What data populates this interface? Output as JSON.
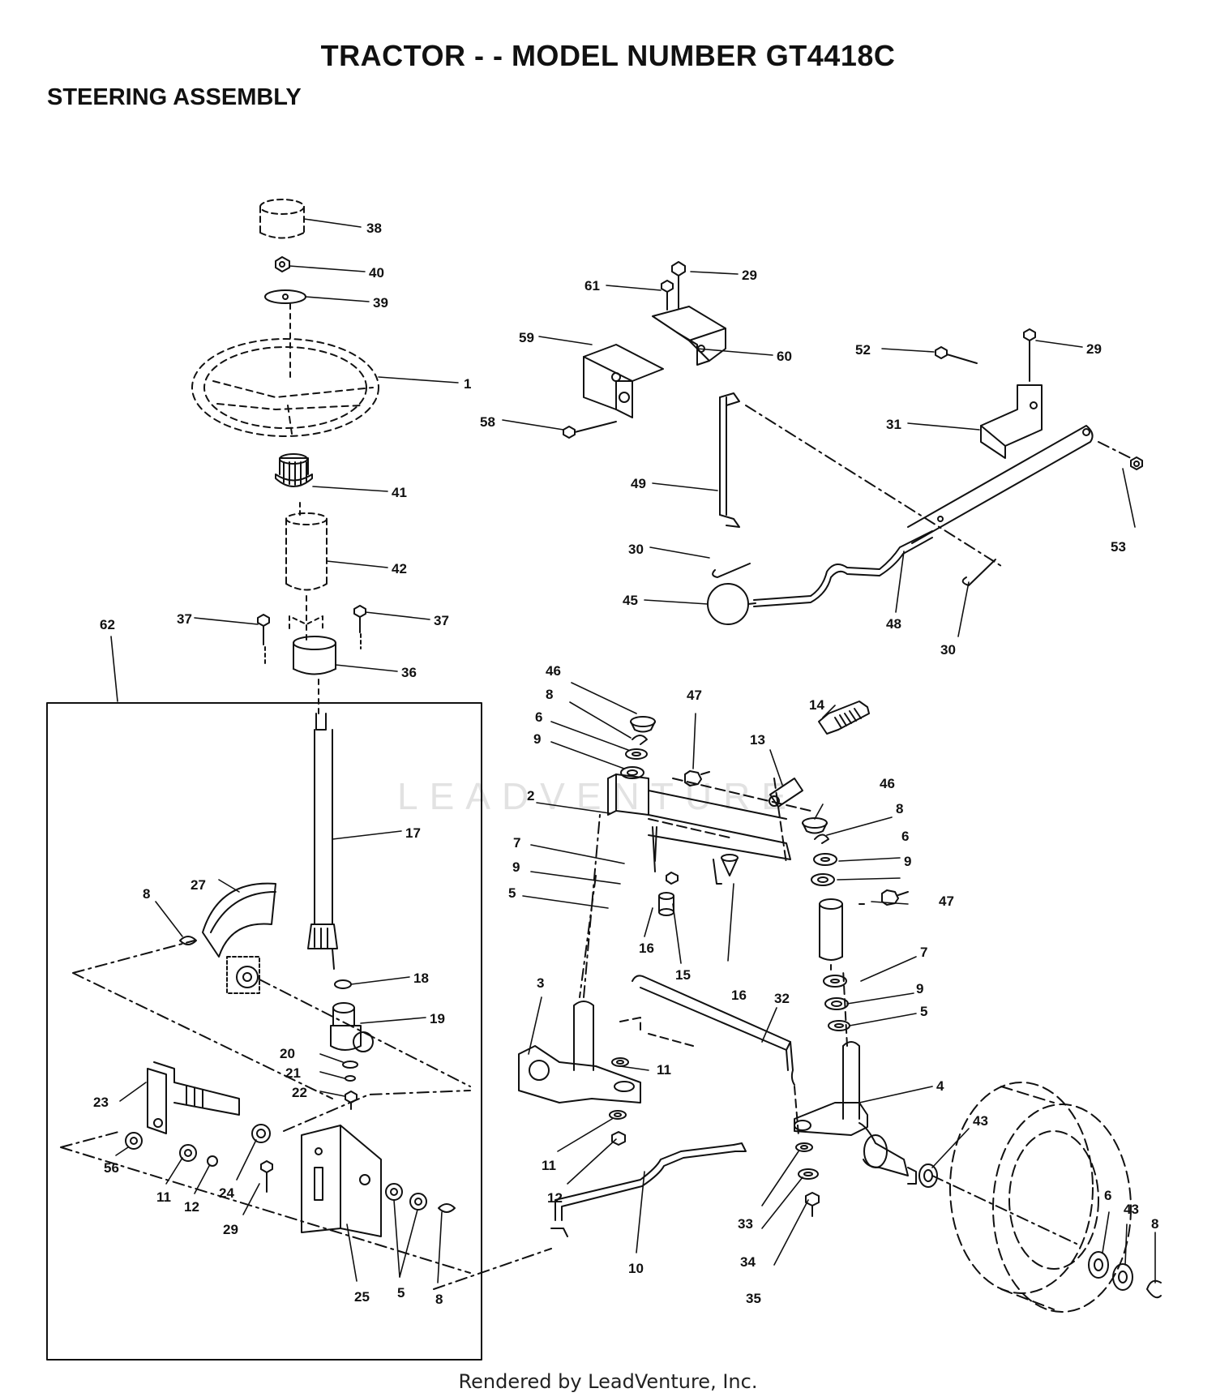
{
  "title": "TRACTOR - - MODEL NUMBER GT4418C",
  "subtitle": "STEERING ASSEMBLY",
  "footer": "Rendered by LeadVenture, Inc.",
  "watermark": "LEADVENTURE",
  "callouts": {
    "c38": "38",
    "c40": "40",
    "c39": "39",
    "c1": "1",
    "c41": "41",
    "c42": "42",
    "c37a": "37",
    "c37b": "37",
    "c36": "36",
    "c62": "62",
    "c17": "17",
    "c27": "27",
    "c8a": "8",
    "c18": "18",
    "c19": "19",
    "c20": "20",
    "c21": "21",
    "c22": "22",
    "c23": "23",
    "c56": "56",
    "c11a": "11",
    "c12a": "12",
    "c24": "24",
    "c29a": "29",
    "c25": "25",
    "c5a": "5",
    "c8b": "8",
    "c61": "61",
    "c29b": "29",
    "c59": "59",
    "c60": "60",
    "c58": "58",
    "c52": "52",
    "c29c": "29",
    "c31": "31",
    "c49": "49",
    "c53": "53",
    "c30a": "30",
    "c45": "45",
    "c48": "48",
    "c30b": "30",
    "c46a": "46",
    "c8c": "8",
    "c6a": "6",
    "c9a": "9",
    "c47a": "47",
    "c14": "14",
    "c13": "13",
    "c2": "2",
    "c7a": "7",
    "c9b": "9",
    "c5b": "5",
    "c16a": "16",
    "c15": "15",
    "c16b": "16",
    "c46b": "46",
    "c8d": "8",
    "c6b": "6",
    "c9c": "9",
    "c47b": "47",
    "c7b": "7",
    "c9d": "9",
    "c5c": "5",
    "c3": "3",
    "c32": "32",
    "c11b": "11",
    "c11c": "11",
    "c12b": "12",
    "c4": "4",
    "c43a": "43",
    "c33": "33",
    "c34": "34",
    "c35": "35",
    "c10": "10",
    "c6c": "6",
    "c43b": "43",
    "c8e": "8"
  }
}
